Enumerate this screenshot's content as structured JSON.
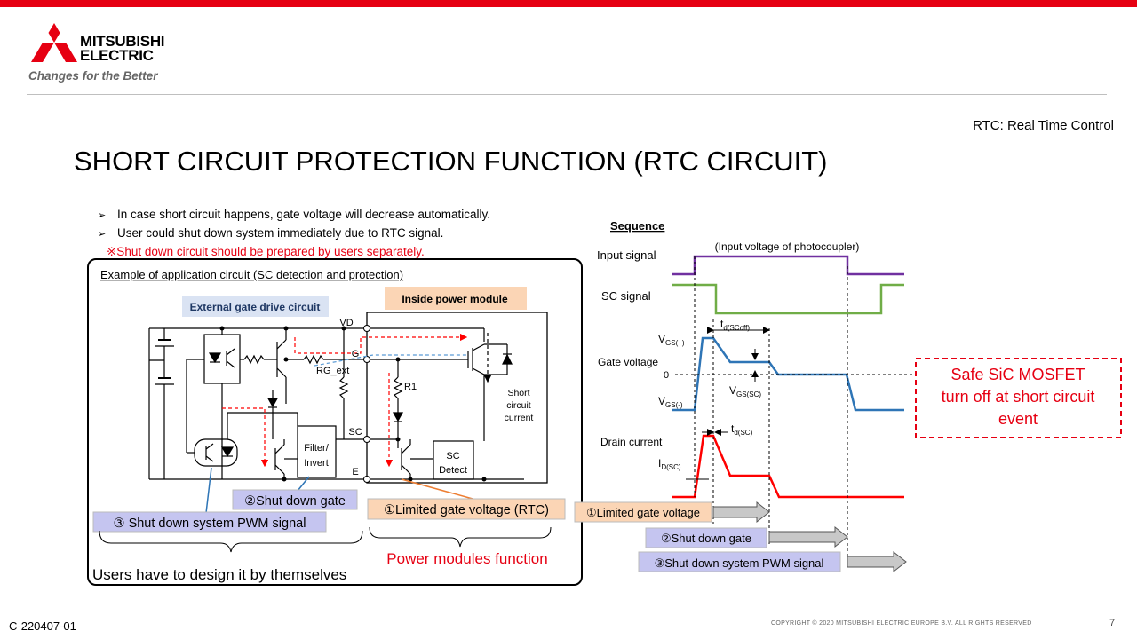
{
  "header": {
    "brand_line1": "MITSUBISHI",
    "brand_line2": "ELECTRIC",
    "tagline": "Changes for the Better",
    "rtc_note": "RTC: Real Time Control"
  },
  "title": "SHORT CIRCUIT PROTECTION FUNCTION (RTC CIRCUIT)",
  "bullets": [
    "In case short circuit happens, gate voltage will decrease automatically.",
    "User could shut down system immediately due to RTC signal."
  ],
  "bullet_note": "※Shut down circuit should be prepared by users separately.",
  "circuit": {
    "box_title": "Example of application circuit (SC detection and protection)",
    "external_label": "External gate drive circuit",
    "inside_label": "Inside power module",
    "pin_vd": "VD",
    "pin_g": "G",
    "pin_sc": "SC",
    "pin_e": "E",
    "rg_ext": "RG_ext",
    "r1": "R1",
    "filter_line1": "Filter/",
    "filter_line2": "Invert",
    "sc_detect_line1": "SC",
    "sc_detect_line2": "Detect",
    "short_current": [
      "Short",
      "circuit",
      "current"
    ],
    "shut_down_gate": "②Shut down gate",
    "shut_down_pwm": "③ Shut down system PWM signal",
    "limited_gate_rtc": "①Limited gate voltage (RTC)",
    "users_design": "Users have to design it by themselves",
    "power_modules_function": "Power modules function"
  },
  "sequence": {
    "title": "Sequence",
    "input_note": "(Input voltage of photocoupler)",
    "input_signal": "Input signal",
    "sc_signal": "SC signal",
    "gate_voltage": "Gate voltage",
    "drain_current": "Drain current",
    "td_scoff_main": "t",
    "td_scoff_sub": "d(SCoff)",
    "td_sc_main": "t",
    "td_sc_sub": "d(SC)",
    "vgs_plus_main": "V",
    "vgs_plus_sub": "GS(+)",
    "vgs_minus_main": "V",
    "vgs_minus_sub": "GS(-)",
    "vgs_sc_main": "V",
    "vgs_sc_sub": "GS(SC)",
    "id_sc_main": "I",
    "id_sc_sub": "D(SC)",
    "zero": "0",
    "step1": "①Limited gate voltage",
    "step2": "②Shut down gate",
    "step3": "③Shut down system PWM signal"
  },
  "callout": {
    "line1": "Safe SiC MOSFET",
    "line2": "turn off at short circuit",
    "line3": "event"
  },
  "footer": {
    "doc_id": "C-220407-01",
    "copyright": "COPYRIGHT © 2020 MITSUBISHI ELECTRIC EUROPE B.V. ALL RIGHTS RESERVED",
    "page": "7"
  },
  "colors": {
    "brand_red": "#e60012",
    "input_signal": "#7030a0",
    "sc_signal": "#70ad47",
    "gate_voltage": "#2e75b6",
    "drain_current": "#ff0000",
    "label_purple": "#c5c5f0",
    "label_orange": "#fbd5b5",
    "label_blue": "#dae3f3"
  }
}
